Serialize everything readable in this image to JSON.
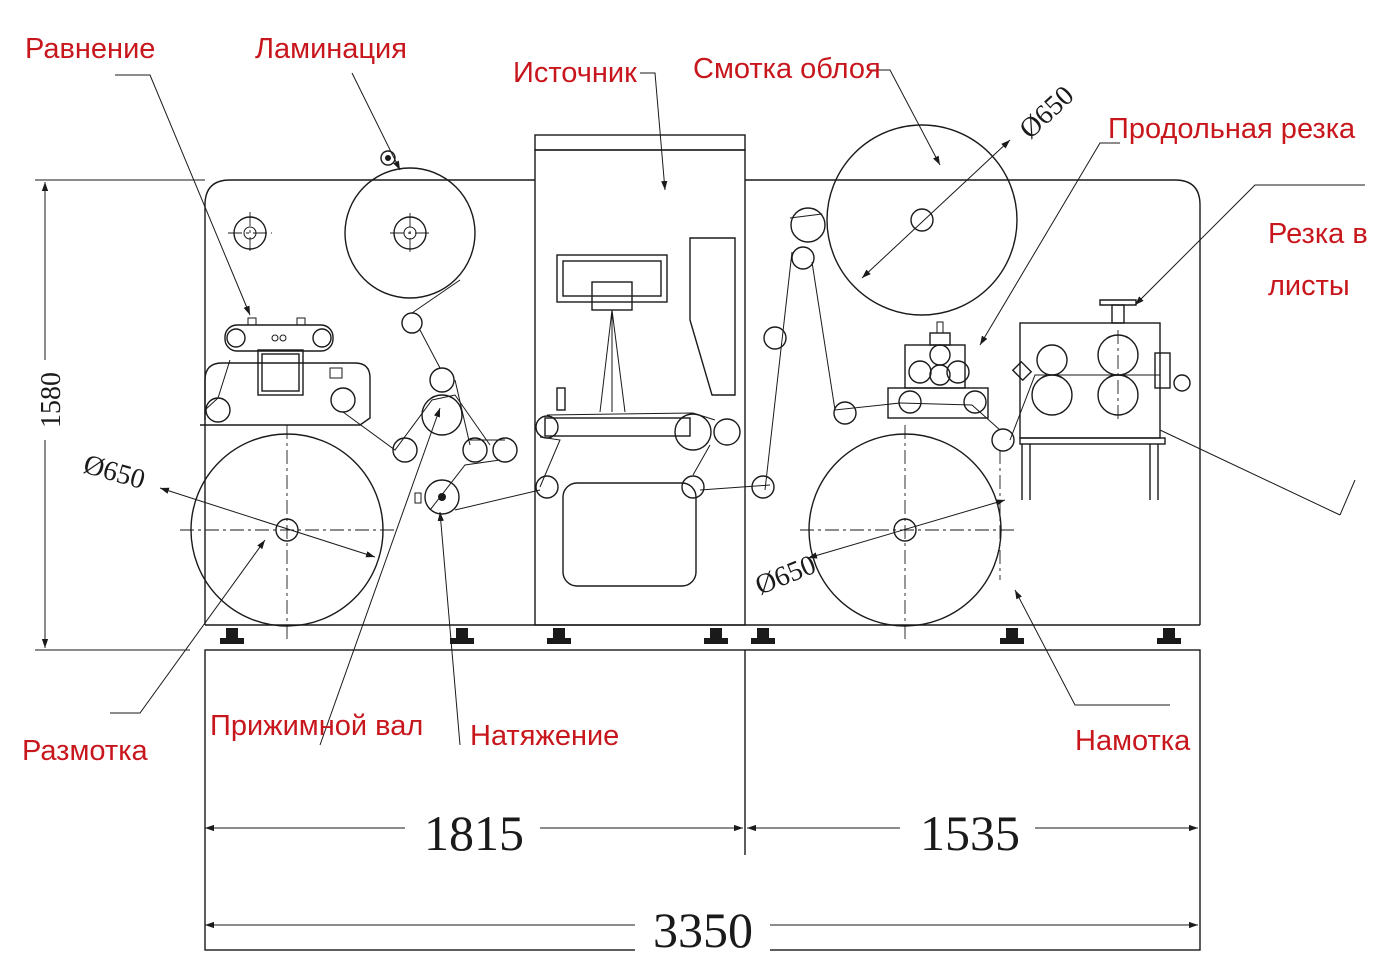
{
  "labels": {
    "leveling": "Равнение",
    "lamination": "Ламинация",
    "source": "Источник",
    "waste_rewind": "Смотка облоя",
    "slitting": "Продольная резка",
    "sheeting_line1": "Резка в",
    "sheeting_line2": "листы",
    "unwind": "Размотка",
    "nip_roller": "Прижимной вал",
    "tension": "Натяжение",
    "rewind": "Намотка"
  },
  "dimensions": {
    "height": "1580",
    "left_width": "1815",
    "right_width": "1535",
    "total_width": "3350",
    "diam_unwind": "Ø650",
    "diam_rewind": "Ø650",
    "diam_waste": "Ø650"
  },
  "colors": {
    "label": "#c8161d",
    "drawing": "#1a1a1a"
  }
}
